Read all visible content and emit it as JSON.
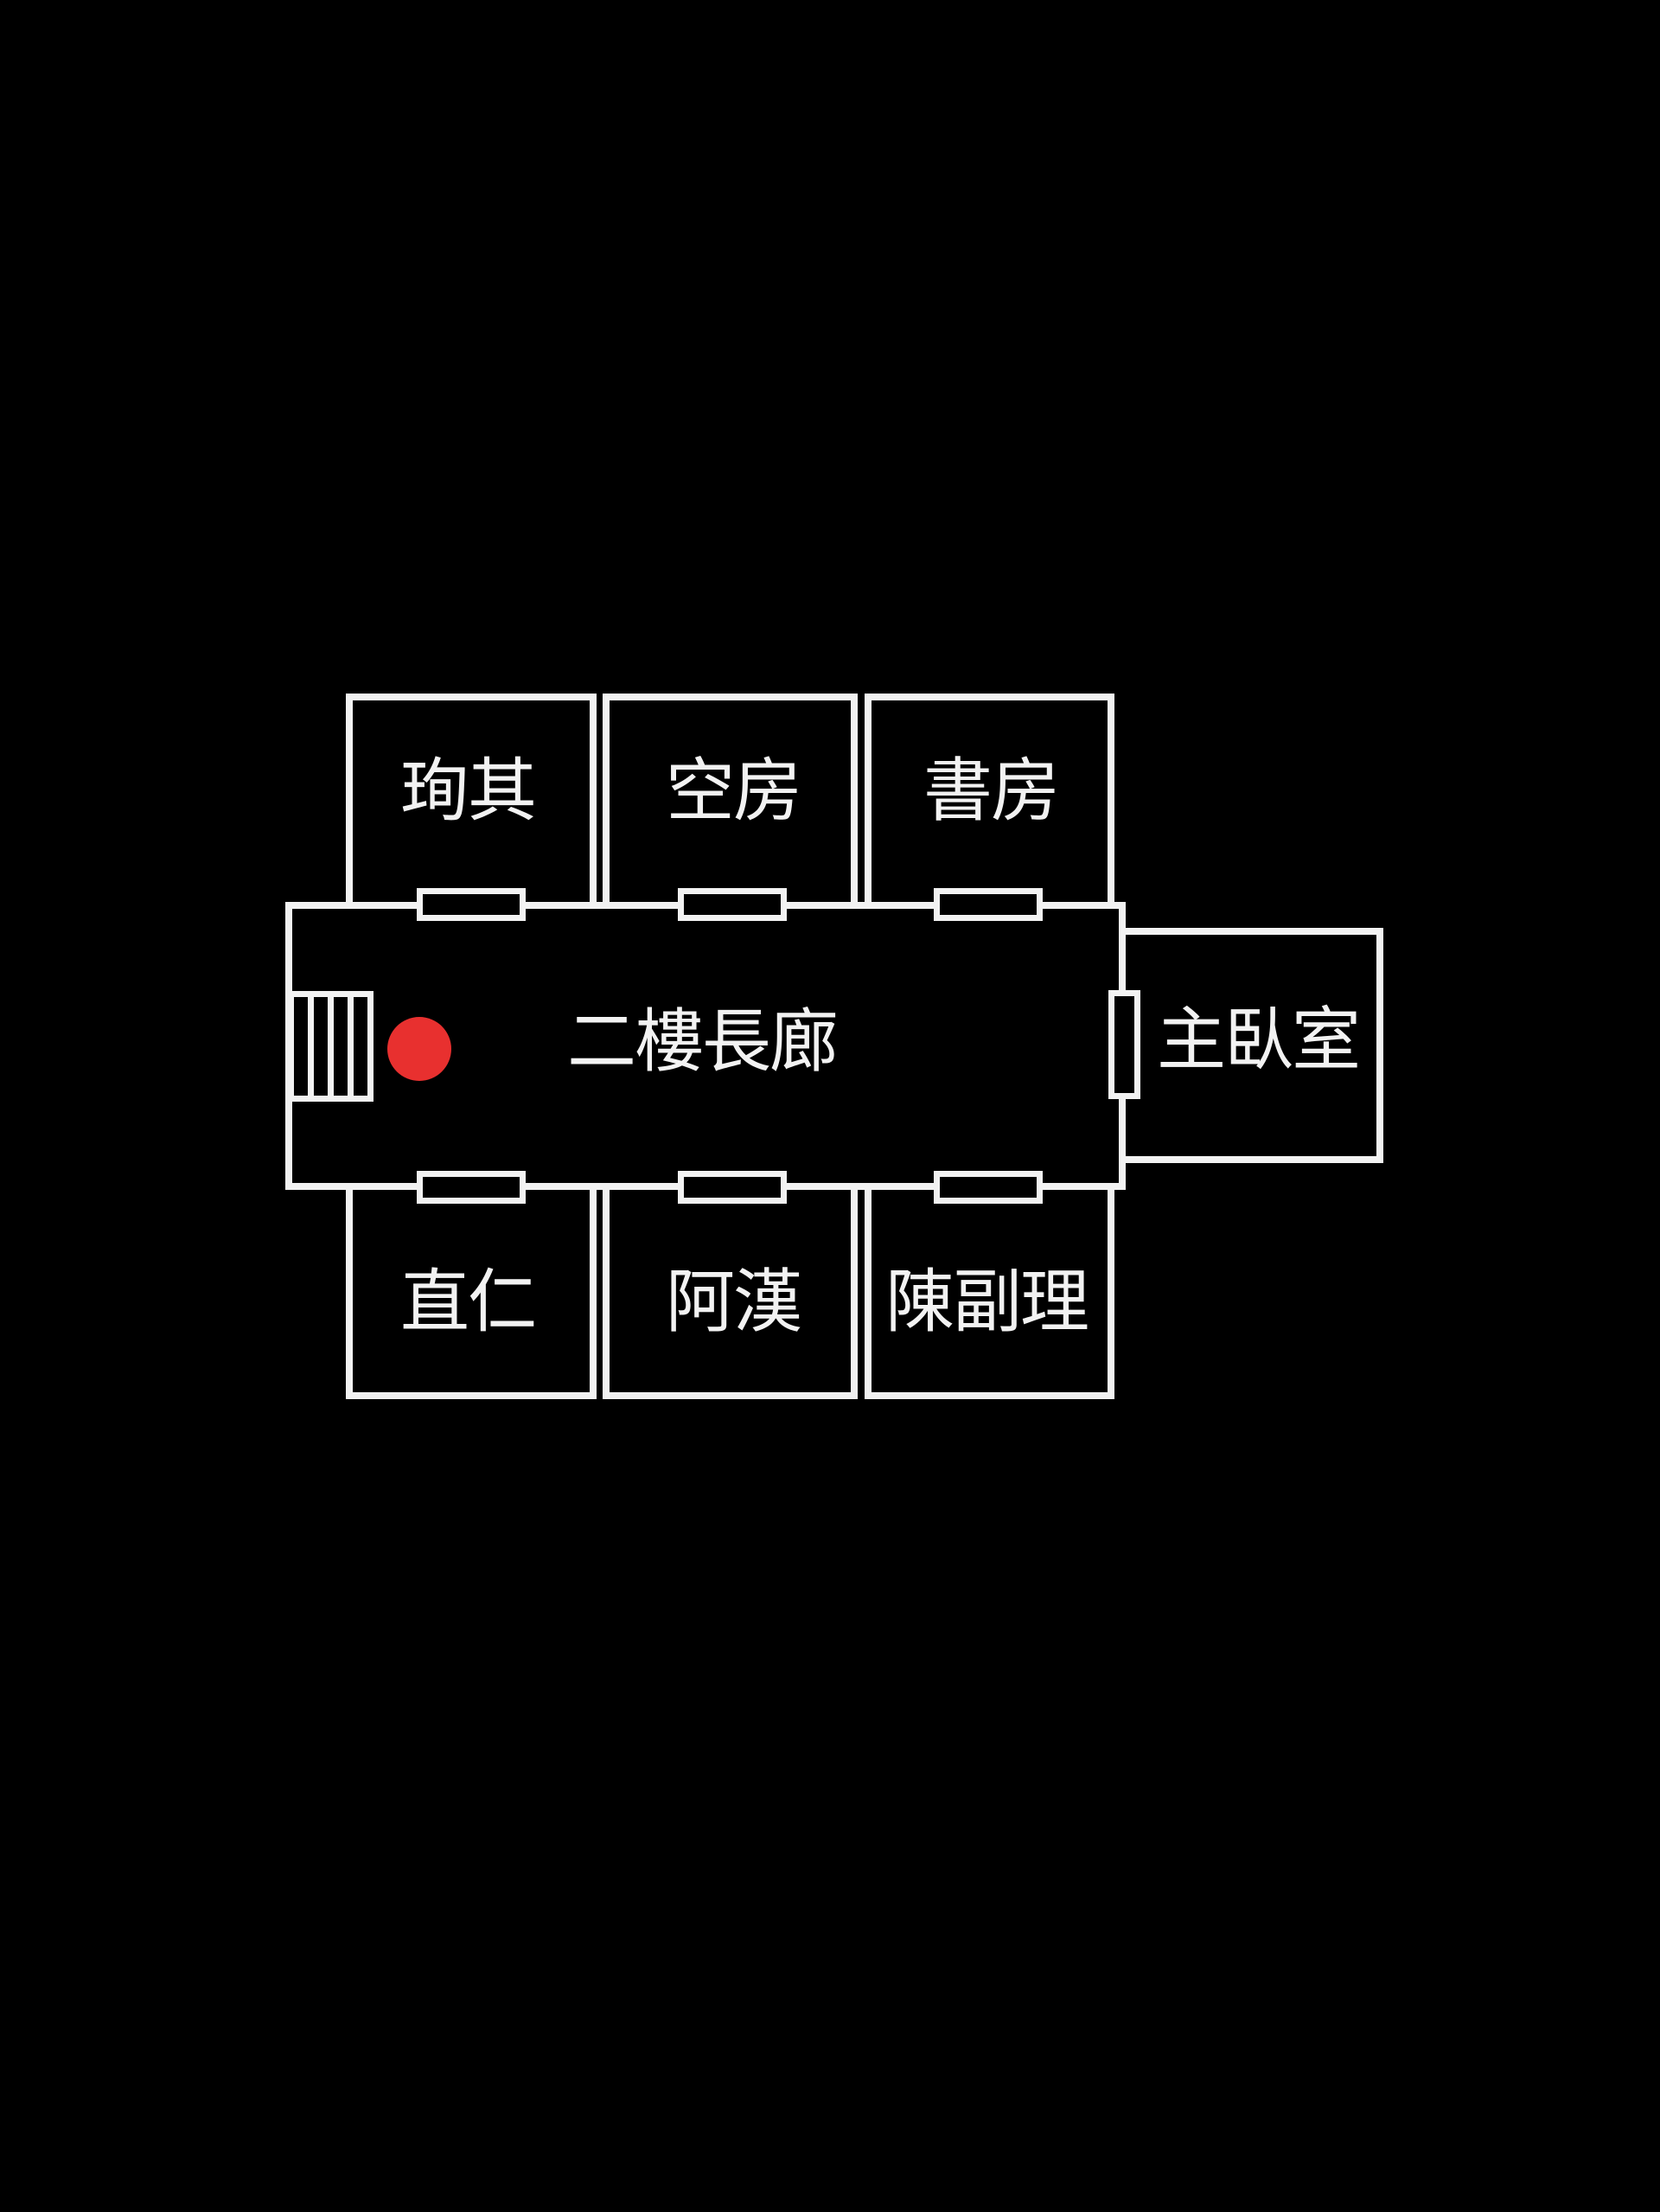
{
  "map": {
    "background_color": "#000000",
    "line_color": "#f2f2f2",
    "hallway": {
      "label": "二樓長廊"
    },
    "rooms_top": [
      {
        "label": "珣其"
      },
      {
        "label": "空房"
      },
      {
        "label": "書房"
      }
    ],
    "rooms_bottom": [
      {
        "label": "直仁"
      },
      {
        "label": "阿漢"
      },
      {
        "label": "陳副理"
      }
    ],
    "side_room": {
      "label": "主臥室"
    },
    "player_marker": {
      "color": "#e8302f",
      "icon": "current-location-dot"
    },
    "stairs": {
      "icon": "stairs-icon",
      "steps": 4
    }
  }
}
